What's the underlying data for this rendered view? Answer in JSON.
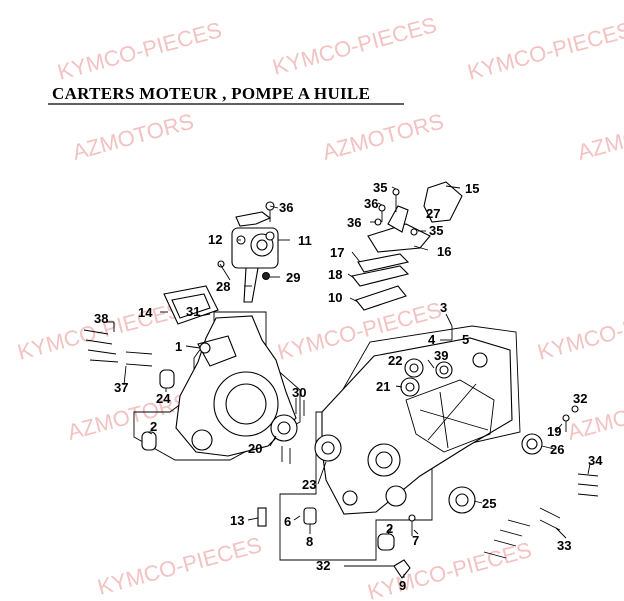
{
  "title": "CARTERS MOTEUR ,  POMPE A HUILE",
  "watermarks": {
    "kymco": "KYMCO-PIECES",
    "azmotors": "AZMOTORS"
  },
  "colors": {
    "watermark": "#f3c2c2",
    "ink": "#000000",
    "title_underline": "#000000"
  },
  "callouts": {
    "c1": "1",
    "c2a": "2",
    "c2b": "2",
    "c3": "3",
    "c4": "4",
    "c5": "5",
    "c6": "6",
    "c7": "7",
    "c8": "8",
    "c9": "9",
    "c10": "10",
    "c11": "11",
    "c12": "12",
    "c13": "13",
    "c14": "14",
    "c15": "15",
    "c16": "16",
    "c17": "17",
    "c18": "18",
    "c19": "19",
    "c20": "20",
    "c21": "21",
    "c22": "22",
    "c23": "23",
    "c24": "24",
    "c25": "25",
    "c26": "26",
    "c27": "27",
    "c28": "28",
    "c29": "29",
    "c30": "30",
    "c31": "31",
    "c32a": "32",
    "c32b": "32",
    "c33": "33",
    "c34": "34",
    "c35a": "35",
    "c35b": "35",
    "c36a": "36",
    "c36b": "36",
    "c36c": "36",
    "c37": "37",
    "c38": "38",
    "c39": "39"
  }
}
